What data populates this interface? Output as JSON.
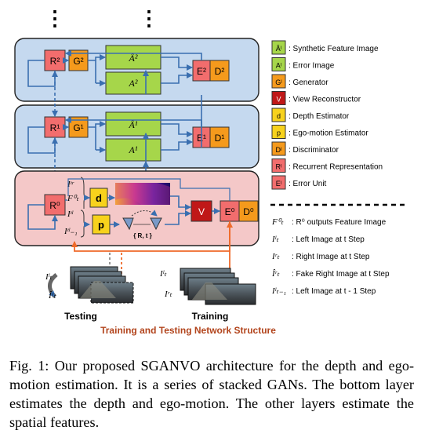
{
  "diagram": {
    "ellipsis": "⋮",
    "layers": {
      "layer2": {
        "recurrent": "R²",
        "generator": "G²",
        "synthetic": "Â²",
        "image": "A²",
        "error": "E²",
        "discriminator": "D²"
      },
      "layer1": {
        "recurrent": "R¹",
        "generator": "G¹",
        "synthetic": "Â¹",
        "image": "A¹",
        "error": "E¹",
        "discriminator": "D¹"
      },
      "layer0": {
        "recurrent": "R⁰",
        "inputs": [
          "Iᵗʳ",
          "F⁰ₜ",
          "Iᵗˡ",
          "Iᵗˡ₋₁"
        ],
        "depth": "d",
        "pose": "p",
        "pose_label": "{ R, t }",
        "view": "V",
        "error": "E⁰",
        "discriminator": "D⁰"
      }
    },
    "testing": {
      "label": "Testing",
      "top_symbol": "Iˡₜ",
      "bottom_symbol": "Îʳₜ"
    },
    "training": {
      "label": "Training",
      "top_symbol": "Iˡₜ",
      "bottom_symbol": "Iʳₜ"
    },
    "network_title": "Training and Testing Network Structure"
  },
  "legend": {
    "items": [
      {
        "key": "Âˡ",
        "text": ": Synthetic Feature Image",
        "color": "#a6d64a"
      },
      {
        "key": "Aˡ",
        "text": ": Error Image",
        "color": "#a6d64a"
      },
      {
        "key": "Gˡ",
        "text": ": Generator",
        "color": "#f59a1c"
      },
      {
        "key": "V",
        "text": ": View Reconstructor",
        "color": "#c01818"
      },
      {
        "key": "d",
        "text": ": Depth Estimator",
        "color": "#f7d21c"
      },
      {
        "key": "p",
        "text": ": Ego-motion Estimator",
        "color": "#f7d21c"
      },
      {
        "key": "Dˡ",
        "text": ": Discriminator",
        "color": "#f59a1c"
      },
      {
        "key": "Rˡ",
        "text": ": Recurrent Representation",
        "color": "#f26d6d"
      },
      {
        "key": "Eˡ",
        "text": ": Error Unit",
        "color": "#f26d6d"
      }
    ],
    "notation": [
      {
        "sym": "F⁰ₜ",
        "text": ": R⁰ outputs Feature Image"
      },
      {
        "sym": "Iˡₜ",
        "text": ": Left Image at t Step"
      },
      {
        "sym": "Iʳₜ",
        "text": ": Right Image at t Step"
      },
      {
        "sym": "Îʳₜ",
        "text": ": Fake Right Image at t Step"
      },
      {
        "sym": "Iˡₜ₋₁",
        "text": ": Left Image at t - 1 Step"
      }
    ]
  },
  "caption": {
    "text": "Fig. 1: Our proposed SGANVO architecture for the depth and ego-motion estimation. It is a series of stacked GANs. The bottom layer estimates the depth and ego-motion. The other layers estimate the spatial features."
  },
  "colors": {
    "blue_panel": "#c5d9ef",
    "pink_panel": "#f4c8c8",
    "arrow_blue": "#3a6fb0",
    "arrow_orange": "#ef6a2a",
    "red_unit": "#f26d6d",
    "orange_unit": "#f59a1c",
    "green_unit": "#a6d64a",
    "yellow_unit": "#f7d21c",
    "dark_red": "#c01818",
    "title_color": "#b2441c"
  }
}
